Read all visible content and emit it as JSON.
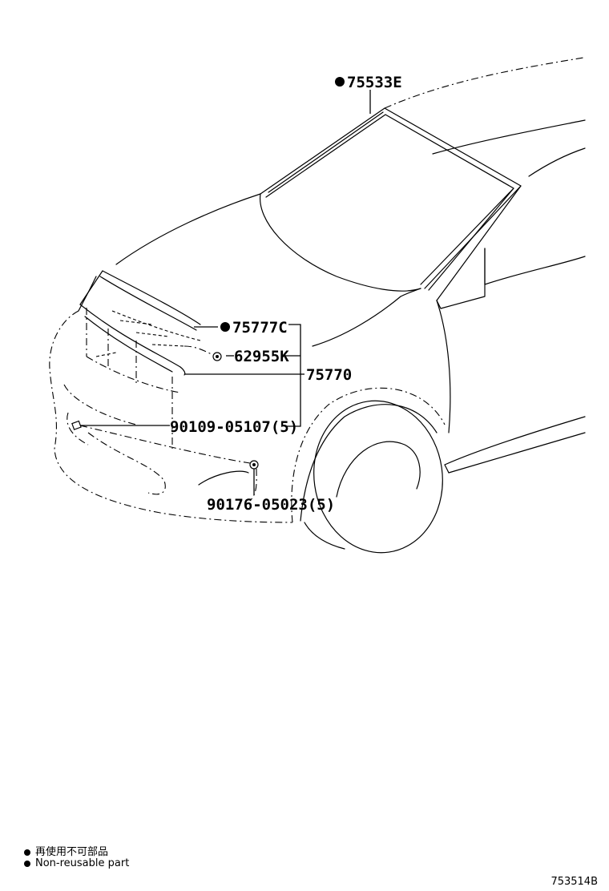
{
  "callouts": {
    "windshield_molding": "75533E",
    "hood_molding": "75777C",
    "clip": "62955K",
    "assembly": "75770",
    "screw": "90109-05107(5)",
    "nut": "90176-05023(5)"
  },
  "legend": {
    "jp": "再使用不可部品",
    "en": "Non-reusable part"
  },
  "diagram_code": "753514B"
}
